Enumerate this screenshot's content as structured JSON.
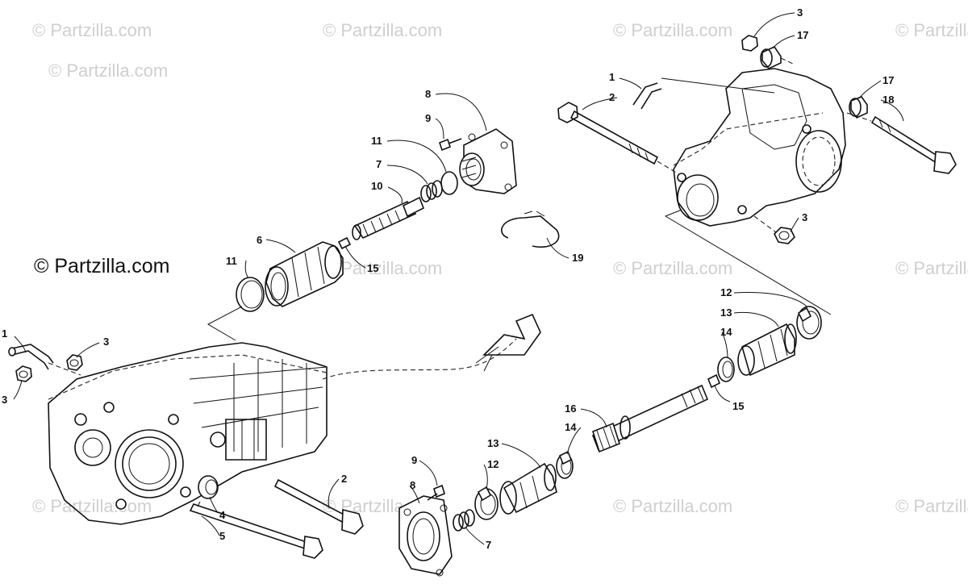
{
  "brand": {
    "text": "© Partzilla.com"
  },
  "watermark": {
    "text": "© Partzilla.com"
  },
  "callouts": {
    "c1a": "1",
    "c1b": "1",
    "c2a": "2",
    "c2b": "2",
    "c3a": "3",
    "c3b": "3",
    "c3c": "3",
    "c3d": "3",
    "c4": "4",
    "c5": "5",
    "c6": "6",
    "c7a": "7",
    "c7b": "7",
    "c8a": "8",
    "c8b": "8",
    "c9a": "9",
    "c9b": "9",
    "c10": "10",
    "c11a": "11",
    "c11b": "11",
    "c12a": "12",
    "c12b": "12",
    "c13a": "13",
    "c13b": "13",
    "c14a": "14",
    "c14b": "14",
    "c15a": "15",
    "c15b": "15",
    "c16": "16",
    "c17a": "17",
    "c17b": "17",
    "c18": "18",
    "c19": "19"
  }
}
